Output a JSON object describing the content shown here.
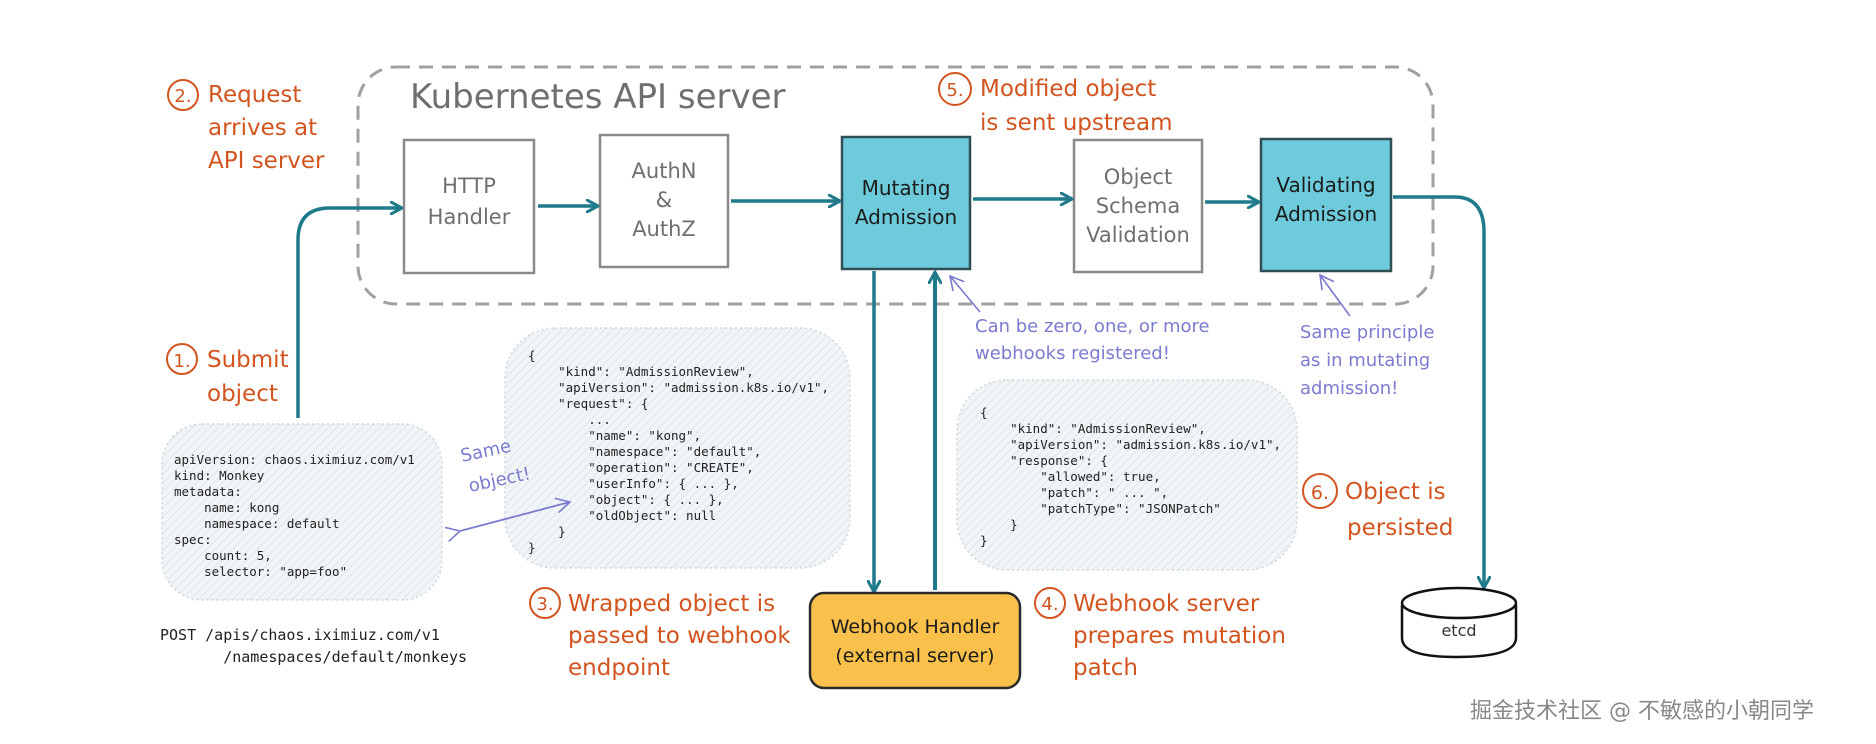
{
  "diagram": {
    "title": "Kubernetes API server",
    "colors": {
      "accent_teal": "#1f7a8c",
      "admission_box_fill": "#6ecbdc",
      "webhook_box_fill": "#f9c04b",
      "step_label": "#d2541f",
      "note_label": "#7b7bd0",
      "box_border_grey": "#8a8a8a",
      "dashed_border": "#a0a0a0",
      "code_bg": "#eef3f5"
    },
    "boxes": {
      "http_handler": [
        "HTTP",
        "Handler"
      ],
      "authn_authz": [
        "AuthN",
        "&",
        "AuthZ"
      ],
      "mutating_admission": [
        "Mutating",
        "Admission"
      ],
      "schema_validation": [
        "Object",
        "Schema",
        "Validation"
      ],
      "validating_admission": [
        "Validating",
        "Admission"
      ],
      "webhook_handler": [
        "Webhook Handler",
        "(external server)"
      ],
      "etcd": "etcd"
    },
    "steps": [
      {
        "num": "1.",
        "lines": [
          "Submit",
          "object"
        ]
      },
      {
        "num": "2.",
        "lines": [
          "Request",
          "arrives at",
          "API server"
        ]
      },
      {
        "num": "3.",
        "lines": [
          "Wrapped object is",
          "passed to webhook",
          "endpoint"
        ]
      },
      {
        "num": "4.",
        "lines": [
          "Webhook server",
          "prepares mutation",
          "patch"
        ]
      },
      {
        "num": "5.",
        "lines": [
          "Modified object",
          "is sent upstream"
        ]
      },
      {
        "num": "6.",
        "lines": [
          "Object is",
          "persisted"
        ]
      }
    ],
    "notes": {
      "same_object": [
        "Same",
        "object!"
      ],
      "zero_or_more": [
        "Can be zero, one, or more",
        "webhooks registered!"
      ],
      "same_principle": [
        "Same principle",
        "as in mutating",
        "admission!"
      ]
    },
    "code_blocks": {
      "manifest": [
        "apiVersion: chaos.iximiuz.com/v1",
        "kind: Monkey",
        "metadata:",
        "    name: kong",
        "    namespace: default",
        "spec:",
        "    count: 5,",
        "    selector: \"app=foo\""
      ],
      "admission_request": [
        "{",
        "    \"kind\": \"AdmissionReview\",",
        "    \"apiVersion\": \"admission.k8s.io/v1\",",
        "    \"request\": {",
        "        ...",
        "        \"name\": \"kong\",",
        "        \"namespace\": \"default\",",
        "        \"operation\": \"CREATE\",",
        "        \"userInfo\": { ... },",
        "        \"object\": { ... },",
        "        \"oldObject\": null",
        "    }",
        "}"
      ],
      "admission_response": [
        "{",
        "    \"kind\": \"AdmissionReview\",",
        "    \"apiVersion\": \"admission.k8s.io/v1\",",
        "    \"response\": {",
        "        \"allowed\": true,",
        "        \"patch\": \" ... \",",
        "        \"patchType\": \"JSONPatch\"",
        "    }",
        "}"
      ],
      "post_url": [
        "POST /apis/chaos.iximiuz.com/v1",
        "       /namespaces/default/monkeys"
      ]
    },
    "watermark": "掘金技术社区 @ 不敏感的小朝同学"
  }
}
